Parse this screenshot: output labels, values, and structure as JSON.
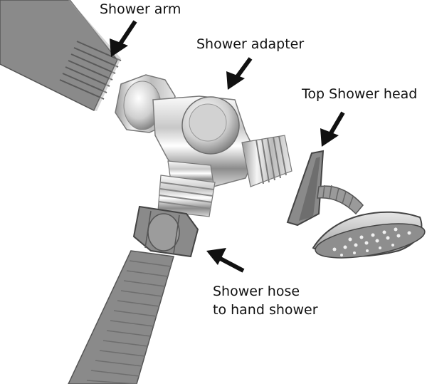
{
  "labels": {
    "shower_arm": "Shower arm",
    "shower_adapter": "Shower adapter",
    "top_shower_head": "Top Shower head",
    "shower_hose_line1": "Shower hose",
    "shower_hose_line2": "to hand shower"
  },
  "colors": {
    "gray_part": "#8a8a8a",
    "outline": "#555555",
    "chrome_light": "#f2f2f2",
    "chrome_dark": "#6e6e6e",
    "arrow": "#111111"
  }
}
